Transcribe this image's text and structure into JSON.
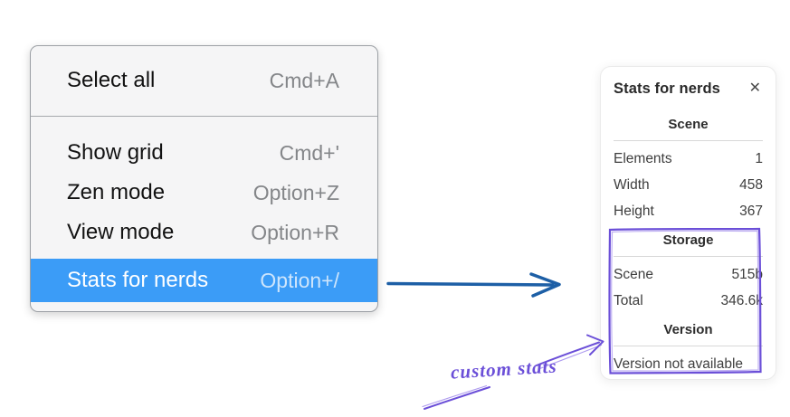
{
  "menu": {
    "items": [
      {
        "label": "Select all",
        "shortcut": "Cmd+A"
      },
      {
        "label": "Show grid",
        "shortcut": "Cmd+'"
      },
      {
        "label": "Zen mode",
        "shortcut": "Option+Z"
      },
      {
        "label": "View mode",
        "shortcut": "Option+R"
      },
      {
        "label": "Stats for nerds",
        "shortcut": "Option+/"
      }
    ],
    "highlighted_item": "Stats for nerds"
  },
  "stats_panel": {
    "title": "Stats for nerds",
    "close_glyph": "✕",
    "sections": [
      {
        "header": "Scene",
        "rows": [
          {
            "label": "Elements",
            "value": "1"
          },
          {
            "label": "Width",
            "value": "458"
          },
          {
            "label": "Height",
            "value": "367"
          }
        ]
      },
      {
        "header": "Storage",
        "rows": [
          {
            "label": "Scene",
            "value": "515b"
          },
          {
            "label": "Total",
            "value": "346.6k"
          }
        ]
      },
      {
        "header": "Version",
        "note": "Version not available"
      }
    ]
  },
  "annotations": {
    "custom_stats_label": "custom stats"
  },
  "colors": {
    "menu_highlight": "#3b9cf7",
    "flow_arrow_blue": "#1d5fa6",
    "annotation_purple": "#6b4fd8",
    "annotation_purple_light": "#8a6fe8"
  }
}
